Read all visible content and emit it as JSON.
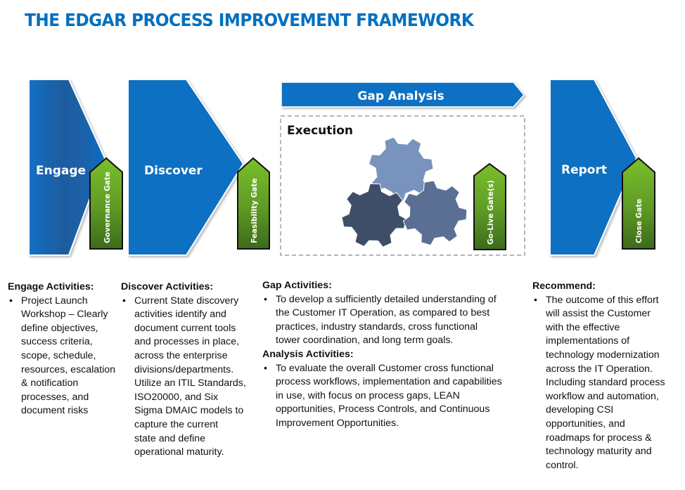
{
  "title": "THE EDGAR PROCESS IMPROVEMENT FRAMEWORK",
  "colors": {
    "title": "#0070c0",
    "stage_blue": "#0a6fc2",
    "gate_green_top": "#76b82a",
    "gate_green_bottom": "#3f6e1a",
    "gear_light": "#7893bd",
    "gear_dark": "#3e4e68",
    "gear_mid": "#5b6f94"
  },
  "stages": {
    "engage": "Engage",
    "discover": "Discover",
    "gap_analysis": "Gap Analysis",
    "execution": "Execution",
    "report": "Report"
  },
  "gates": {
    "governance": "Governance Gate",
    "feasibility": "Feasibility Gate",
    "go_live": "Go-Live Gate(s)",
    "close": "Close Gate"
  },
  "icons": [
    "gear-icon",
    "gear-icon",
    "gear-icon"
  ],
  "columns": {
    "engage": {
      "heading": "Engage Activities:",
      "bullet_lines": [
        "Project Launch",
        "Workshop – Clearly",
        "define objectives,",
        "success criteria,",
        "scope, schedule,",
        "resources, escalation",
        "& notification",
        "processes, and",
        "document risks"
      ]
    },
    "discover": {
      "heading": "Discover Activities:",
      "bullet_lines": [
        "Current State discovery",
        "activities identify and",
        "document current tools",
        "and processes in place,",
        "across the enterprise",
        "divisions/departments.",
        "Utilize an ITIL Standards,",
        "ISO20000,  and Six",
        "Sigma DMAIC models to",
        "capture the current",
        "state and define",
        "operational maturity."
      ]
    },
    "gap": {
      "heading": "Gap Activities:",
      "bullet_lines": [
        "To develop a sufficiently detailed understanding of",
        "the Customer IT Operation, as compared to best",
        "practices, industry standards, cross functional",
        "tower coordination, and long term goals."
      ],
      "heading2": "Analysis Activities:",
      "bullet2_lines": [
        "To evaluate the overall Customer cross functional",
        "process workflows, implementation and capabilities",
        "in use, with focus on process gaps, LEAN",
        "opportunities, Process Controls, and  Continuous",
        "Improvement Opportunities."
      ]
    },
    "recommend": {
      "heading": "Recommend:",
      "bullet_lines": [
        "The outcome of this effort",
        "will assist the Customer",
        "with the effective",
        "implementations of",
        "technology modernization",
        "across the IT Operation.",
        "Including standard process",
        "workflow and automation,",
        "developing CSI",
        "opportunities, and",
        "roadmaps for process &",
        "technology maturity and",
        "control."
      ]
    }
  }
}
